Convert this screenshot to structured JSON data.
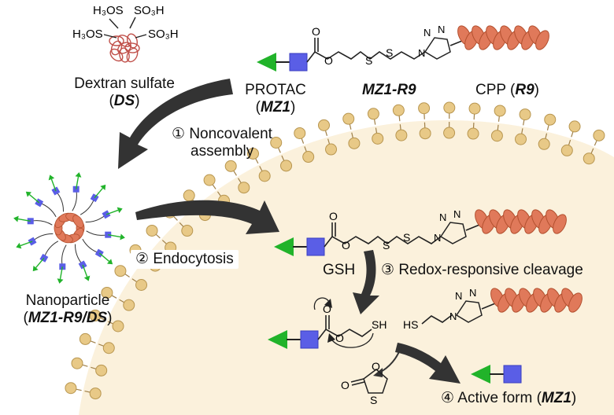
{
  "reagents": {
    "dextran_sulfate": {
      "name": "Dextran sulfate",
      "abbr": "DS",
      "groups": [
        "H₃OS",
        "SO₃H",
        "H₃OS",
        "SO₃H"
      ]
    },
    "protac": {
      "name": "PROTAC",
      "abbr": "MZ1"
    },
    "conjugate": {
      "name": "MZ1-R9"
    },
    "cpp": {
      "name": "CPP",
      "abbr": "R9"
    }
  },
  "steps": [
    {
      "marker": "①",
      "text": "Noncovalent",
      "text2": "assembly"
    },
    {
      "marker": "②",
      "text": "Endocytosis"
    },
    {
      "marker": "③",
      "text": "Redox-responsive cleavage",
      "reagent": "GSH"
    },
    {
      "marker": "④",
      "text": "Active form",
      "abbr": "MZ1"
    }
  ],
  "nanoparticle": {
    "name": "Nanoparticle",
    "abbr": "MZ1-R9/DS"
  },
  "chem": {
    "atom_O": "O",
    "atom_S": "S",
    "atom_N": "N",
    "atom_SH": "SH",
    "atom_HS": "HS",
    "paren_open": "(",
    "paren_close": ")",
    "space": " "
  },
  "colors": {
    "vhl_ligand": "#21b32a",
    "linker_square": "#5a5ee6",
    "cpp_helix": "#e0795a",
    "membrane_head": "#e8c987",
    "cell_interior": "#fbf1dc",
    "arrow": "#333333"
  }
}
